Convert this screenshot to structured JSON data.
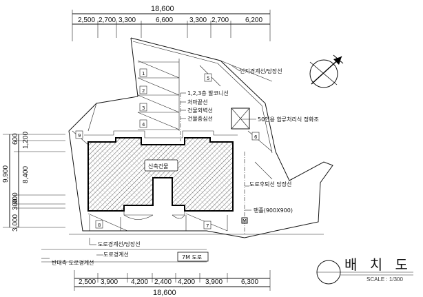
{
  "dimensions": {
    "top_total": "18,600",
    "top": [
      "2,500",
      "2,700",
      "3,300",
      "6,600",
      "3,300",
      "2,700",
      "6,200"
    ],
    "bottom_total": "18,600",
    "bottom": [
      "2,500",
      "3,900",
      "4,200",
      "2,400",
      "4,200",
      "3,900",
      "6,300"
    ],
    "left_total": "9,900",
    "left": [
      "600",
      "1,200",
      "8,400",
      "900",
      "300",
      "3,000"
    ]
  },
  "labels": {
    "adjacent_boundary": "인지경계선/담장선",
    "parking_guide": "1,2,3층 발코니선",
    "parapet": "처마끝선",
    "wall_center": "건물외벽선",
    "building_center": "건물중심선",
    "septic": "50인용 합류처리식 정화조",
    "road_setback": "도로후퇴선 담장선",
    "manhole": "맨홀(900X900)",
    "new_building": "신축건물",
    "road_boundary": "도로경계선/담장선",
    "road_boundary2": "도로경계선",
    "opposite_road": "반대측 도로경계선",
    "road": "7M 도로"
  },
  "parking_numbers": [
    "1",
    "2",
    "3",
    "4",
    "5",
    "6",
    "7",
    "8",
    "9"
  ],
  "title": {
    "text": "배 치 도",
    "scale": "SCALE : 1/300"
  }
}
